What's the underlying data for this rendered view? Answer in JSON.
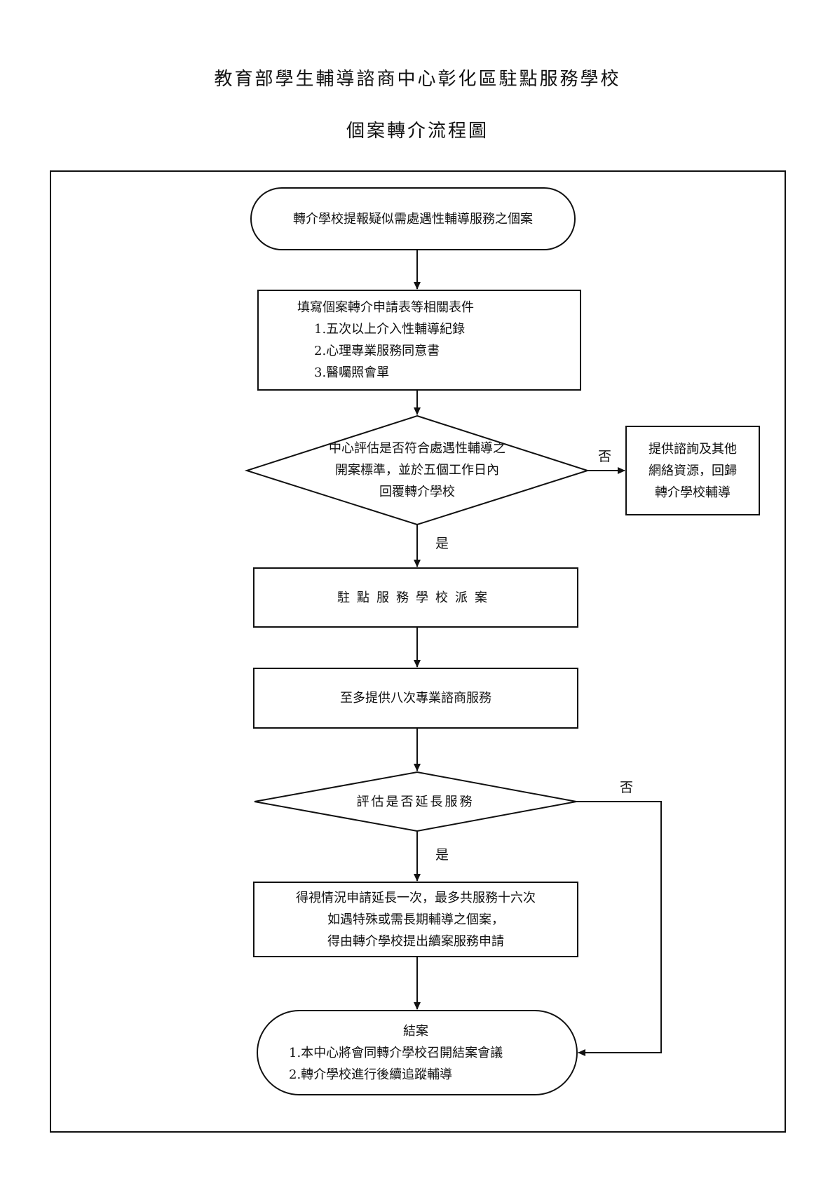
{
  "header": {
    "title_line1": "教育部學生輔導諮商中心彰化區駐點服務學校",
    "title_line2": "個案轉介流程圖"
  },
  "flow": {
    "start": "轉介學校提報疑似需處遇性輔導服務之個案",
    "form": {
      "heading": "填寫個案轉介申請表等相關表件",
      "items": [
        "1.五次以上介入性輔導紀錄",
        "2.心理專業服務同意書",
        "3.醫囑照會單"
      ]
    },
    "decision1": {
      "lines": [
        "中心評估是否符合處遇性輔導之",
        "開案標準，並於五個工作日內",
        "回覆轉介學校"
      ],
      "no_label": "否",
      "yes_label": "是"
    },
    "side_box": {
      "lines": [
        "提供諮詢及其他",
        "網絡資源，回歸",
        "轉介學校輔導"
      ]
    },
    "assign": "駐點服務學校派案",
    "service": "至多提供八次專業諮商服務",
    "decision2": {
      "text": "評估是否延長服務",
      "no_label": "否",
      "yes_label": "是"
    },
    "extend": {
      "lines": [
        "得視情況申請延長一次，最多共服務十六次",
        "如遇特殊或需長期輔導之個案，",
        "得由轉介學校提出續案服務申請"
      ]
    },
    "end": {
      "heading": "結案",
      "items": [
        "1.本中心將會同轉介學校召開結案會議",
        "2.轉介學校進行後續追蹤輔導"
      ]
    }
  }
}
